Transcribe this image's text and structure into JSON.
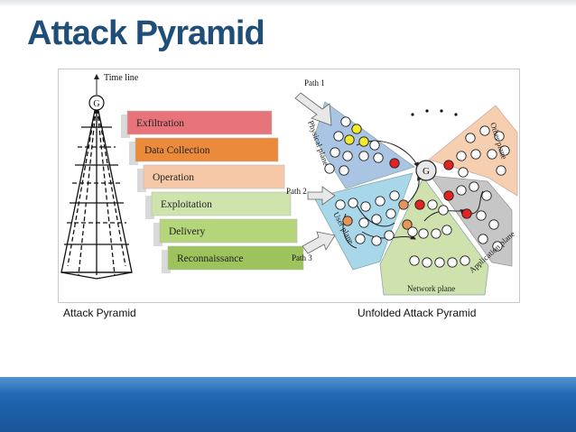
{
  "slide": {
    "title": "Attack Pyramid"
  },
  "pyramid": {
    "timeline_label": "Time line",
    "apex_label": "G",
    "layers": [
      {
        "label": "Exfiltration",
        "color": "#e8747b"
      },
      {
        "label": "Data Collection",
        "color": "#ec8a3b"
      },
      {
        "label": "Operation",
        "color": "#f6c8a8"
      },
      {
        "label": "Exploitation",
        "color": "#cfe3ad"
      },
      {
        "label": "Delivery",
        "color": "#b5d57b"
      },
      {
        "label": "Reconnaissance",
        "color": "#9dc35d"
      }
    ]
  },
  "unfolded": {
    "center_label": "G",
    "paths": [
      "Path 1",
      "Path 2",
      "Path 3"
    ],
    "planes": [
      {
        "label": "Physical plane",
        "color": "#aac4e3"
      },
      {
        "label": "User plane",
        "color": "#a9d7ea"
      },
      {
        "label": "Network plane",
        "color": "#cfe1ad"
      },
      {
        "label": "Application plane",
        "color": "#c6c6c6"
      },
      {
        "label": "Other plane",
        "color": "#f6cfb0"
      }
    ],
    "node_colors": {
      "plain": "#ffffff",
      "yellow": "#f2ea2a",
      "red": "#e32222",
      "orange": "#e8935a"
    }
  },
  "captions": {
    "left": "Attack Pyramid",
    "right": "Unfolded Attack Pyramid"
  },
  "theme": {
    "title_color": "#1f4e79",
    "band_color": "#1e63ad"
  }
}
